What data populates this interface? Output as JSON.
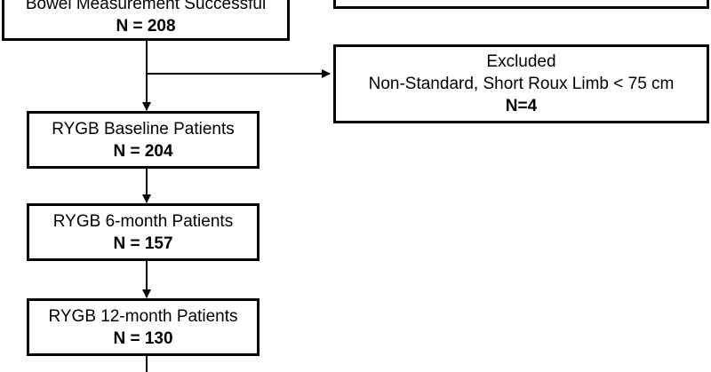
{
  "boxes": {
    "measurement": {
      "line1": "Bowel Measurement Successful",
      "count": "N = 208"
    },
    "excluded": {
      "title": "Excluded",
      "reason": "Non-Standard, Short Roux Limb < 75 cm",
      "count": "N=4"
    },
    "baseline": {
      "label": "RYGB Baseline Patients",
      "count": "N = 204"
    },
    "six_month": {
      "label": "RYGB 6-month Patients",
      "count": "N = 157"
    },
    "twelve_month": {
      "label": "RYGB 12-month Patients",
      "count": "N = 130"
    }
  },
  "colors": {
    "line": "#000000",
    "background": "#ffffff"
  }
}
